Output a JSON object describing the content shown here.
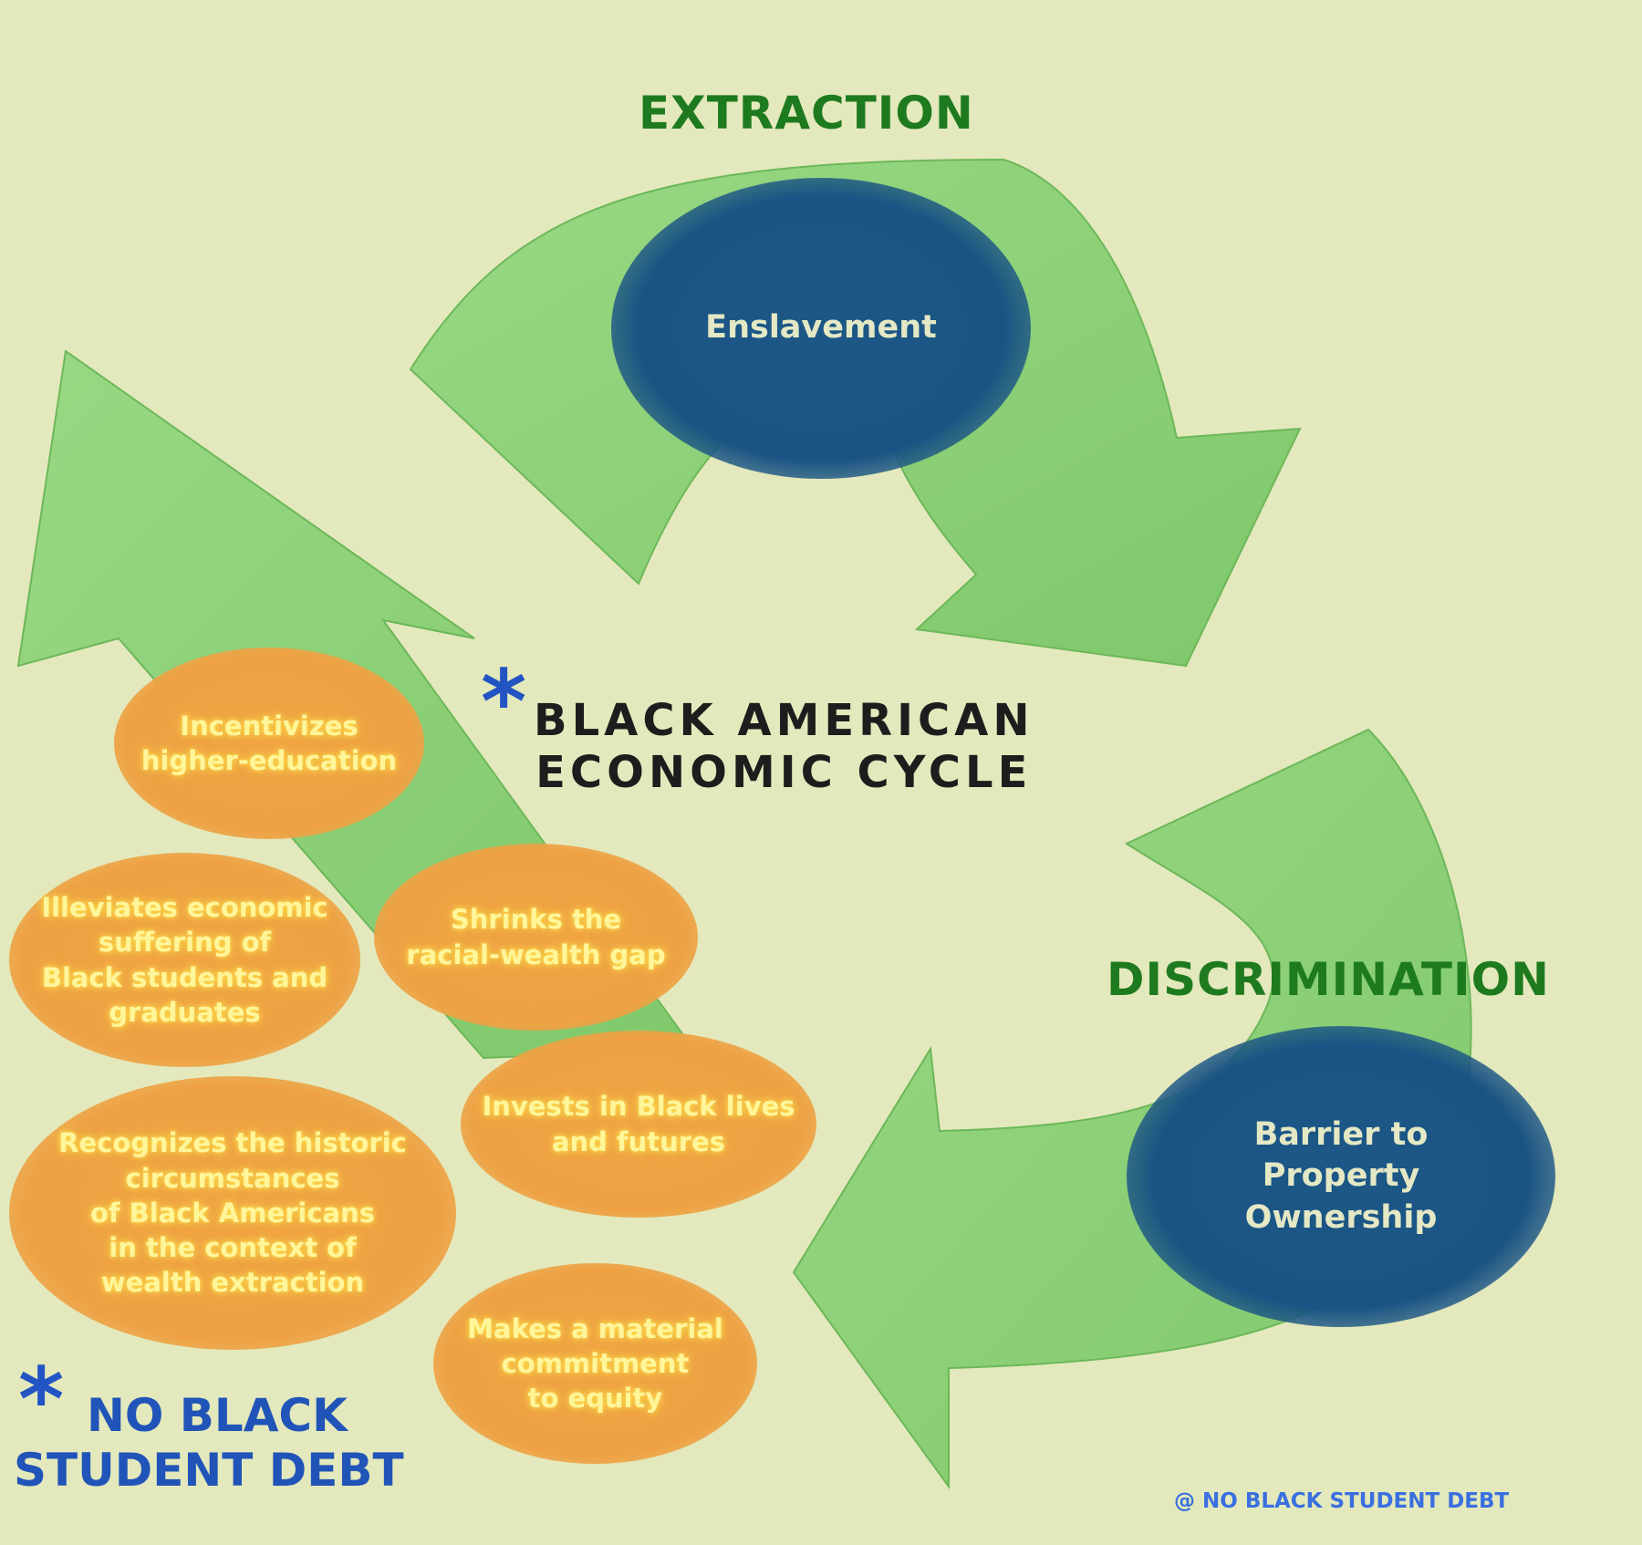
{
  "colors": {
    "background": "#e3e9bc",
    "arrow_green": "#8fd27a",
    "stage_green": "#1e7a1e",
    "node_blue": "#1a5484",
    "benefit_orange": "#eea244",
    "benefit_text": "#fff59a",
    "brand_blue": "#2154b8"
  },
  "title": {
    "line1": "BLACK  AMERICAN",
    "line2": "ECONOMIC CYCLE",
    "asterisk": "*"
  },
  "cycle": {
    "extraction": {
      "label": "EXTRACTION",
      "node": "Enslavement"
    },
    "discrimination": {
      "label": "DISCRIMINATION",
      "node_lines": [
        "Barrier to",
        "Property",
        "Ownership"
      ]
    }
  },
  "benefits": [
    {
      "lines": [
        "Incentivizes",
        "higher-education"
      ]
    },
    {
      "lines": [
        "Illeviates economic",
        "suffering of",
        "Black students and",
        "graduates"
      ]
    },
    {
      "lines": [
        "Shrinks the",
        "racial-wealth gap"
      ]
    },
    {
      "lines": [
        "Invests in Black lives",
        "and futures"
      ]
    },
    {
      "lines": [
        "Recognizes the historic",
        "circumstances",
        "of  Black Americans",
        "in the context of",
        "wealth extraction"
      ]
    },
    {
      "lines": [
        "Makes a material",
        "commitment",
        "to equity"
      ]
    }
  ],
  "brand": {
    "asterisk": "*",
    "line1": "NO BLACK",
    "line2": "STUDENT DEBT",
    "handle": "@ NO BLACK STUDENT DEBT"
  }
}
